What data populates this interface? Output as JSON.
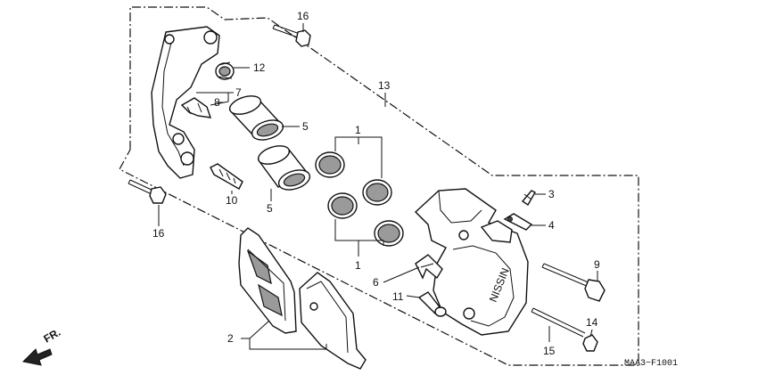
{
  "diagram": {
    "code": "MAA3−F1001",
    "direction_label": "FR.",
    "callouts": {
      "c1_upper": "1",
      "c1_lower": "1",
      "c2": "2",
      "c3": "3",
      "c4": "4",
      "c5_upper": "5",
      "c5_lower": "5",
      "c6": "6",
      "c7": "7",
      "c8": "8",
      "c9": "9",
      "c10": "10",
      "c11": "11",
      "c12": "12",
      "c13": "13",
      "c14": "14",
      "c15": "15",
      "c16_top": "16",
      "c16_left": "16"
    }
  }
}
